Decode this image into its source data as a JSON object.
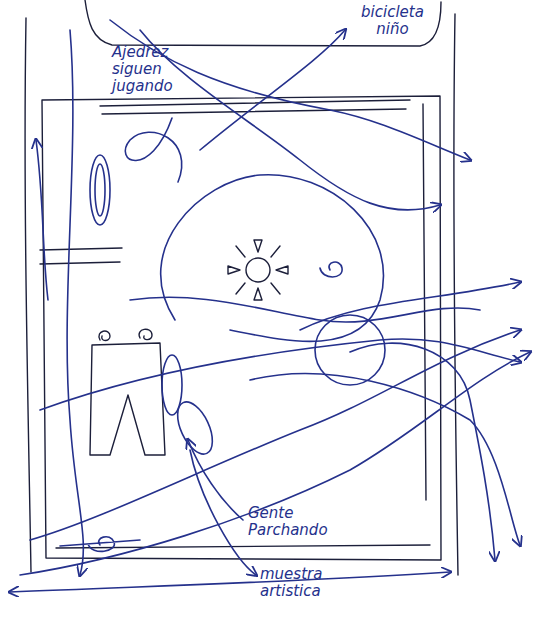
{
  "diagram": {
    "labels": [
      "bicicleta niño",
      "Ajedrez siguen jugando",
      "Gente Parchando",
      "muestra artistica"
    ]
  }
}
